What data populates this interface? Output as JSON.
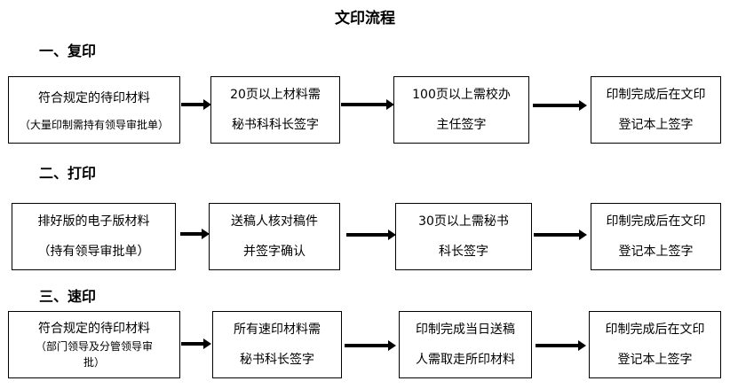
{
  "title": "文印流程",
  "sections": [
    {
      "heading": "一、复印",
      "steps": [
        {
          "lines": [
            "符合规定的待印材料",
            "（大量印制需持有领导审批单）"
          ]
        },
        {
          "lines": [
            "20页以上材料需",
            "秘书科科长签字"
          ]
        },
        {
          "lines": [
            "100页以上需校办",
            "主任签字"
          ]
        },
        {
          "lines": [
            "印制完成后在文印",
            "登记本上签字"
          ]
        }
      ]
    },
    {
      "heading": "二、打印",
      "steps": [
        {
          "lines": [
            "排好版的电子版材料",
            "（持有领导审批单）"
          ]
        },
        {
          "lines": [
            "送稿人核对稿件",
            "并签字确认"
          ]
        },
        {
          "lines": [
            "30页以上需秘书",
            "科长签字"
          ]
        },
        {
          "lines": [
            "印制完成后在文印",
            "登记本上签字"
          ]
        }
      ]
    },
    {
      "heading": "三、速印",
      "steps": [
        {
          "lines": [
            "符合规定的待印材料",
            "（部门领导及分管领导审",
            "批）"
          ]
        },
        {
          "lines": [
            "所有速印材料需",
            "秘书科长签字"
          ]
        },
        {
          "lines": [
            "印制完成当日送稿",
            "人需取走所印材料"
          ]
        },
        {
          "lines": [
            "印制完成后在文印",
            "登记本上签字"
          ]
        }
      ]
    }
  ]
}
